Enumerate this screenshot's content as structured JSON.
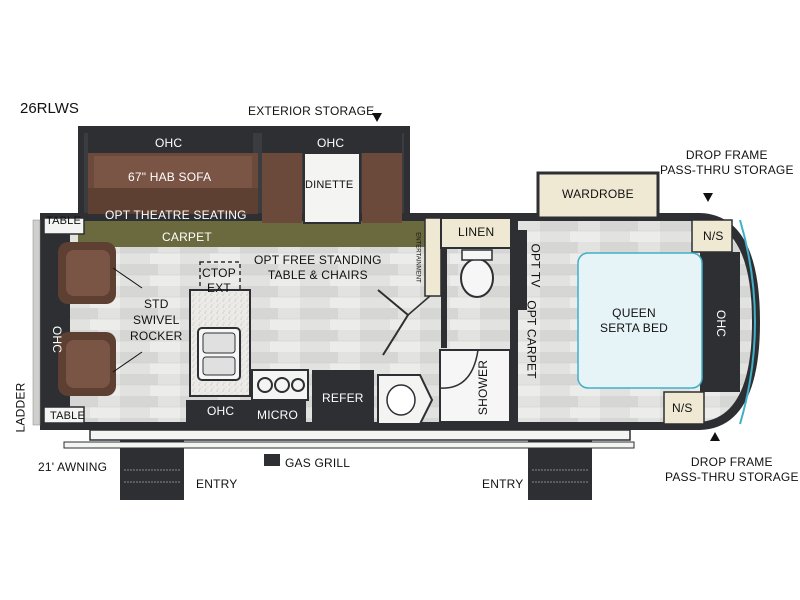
{
  "model": "26RLWS",
  "labels": {
    "exterior_storage": "EXTERIOR STORAGE",
    "ohc_sofa": "OHC",
    "ohc_dinette": "OHC",
    "sofa": "67\" HAB SOFA",
    "dinette": "DINETTE",
    "theatre_seating": "OPT THEATRE SEATING",
    "carpet": "CARPET",
    "table_top": "TABLE",
    "table_bottom": "TABLE",
    "ohc_left": "OHC",
    "ladder": "LADDER",
    "rocker": "STD\nSWIVEL\nROCKER",
    "ctop_ext": "CTOP\nEXT",
    "free_standing": "OPT FREE STANDING\nTABLE & CHAIRS",
    "linen": "LINEN",
    "entertainment": "ENTERTAINMENT",
    "opt_tv": "OPT TV",
    "opt_carpet": "OPT CARPET",
    "wardrobe": "WARDROBE",
    "queen_bed": "QUEEN\nSERTA BED",
    "ns_top": "N/S",
    "ns_bottom": "N/S",
    "ohc_right": "OHC",
    "ohc_kitchen": "OHC",
    "micro": "MICRO",
    "refer": "REFER",
    "shower": "SHOWER",
    "awning": "21' AWNING",
    "gas_grill": "GAS GRILL",
    "entry_left": "ENTRY",
    "entry_right": "ENTRY",
    "drop_frame_top": "DROP FRAME\nPASS-THRU STORAGE",
    "drop_frame_bottom": "DROP FRAME\nPASS-THRU STORAGE"
  },
  "icons": {
    "storage_arrow": "triangle-down-icon",
    "pass_thru_top_arrow": "triangle-down-icon",
    "pass_thru_bottom_arrow": "triangle-up-icon",
    "sink": "double-sink-icon",
    "stove": "cooktop-burners-icon",
    "toilet": "toilet-icon",
    "lav": "lavatory-sink-icon"
  },
  "colors": {
    "wall": "#2d2f33",
    "floor_light": "#e4e4e2",
    "carpet": "#6b6a3f",
    "sofa": "#6b4a3b",
    "cabinet_tan": "#efe8d2",
    "bed": "#e6f4f8",
    "accent_teal": "#3fb0c8"
  }
}
